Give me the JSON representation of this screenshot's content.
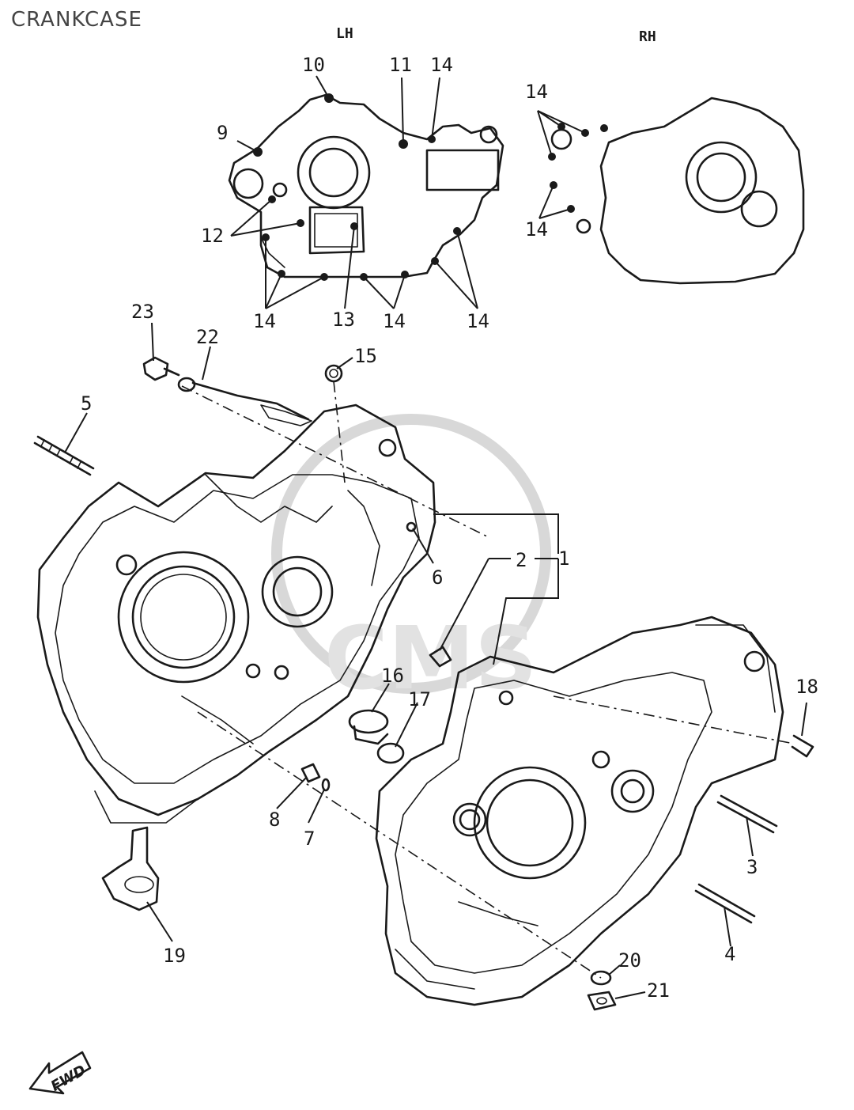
{
  "title": "CRANKCASE",
  "side_labels": {
    "left": "LH",
    "right": "RH"
  },
  "fwd_label": "FWD",
  "callouts": [
    "1",
    "2",
    "3",
    "4",
    "5",
    "6",
    "7",
    "8",
    "9",
    "10",
    "11",
    "12",
    "13",
    "14",
    "15",
    "16",
    "17",
    "18",
    "19",
    "20",
    "21",
    "22",
    "23"
  ]
}
